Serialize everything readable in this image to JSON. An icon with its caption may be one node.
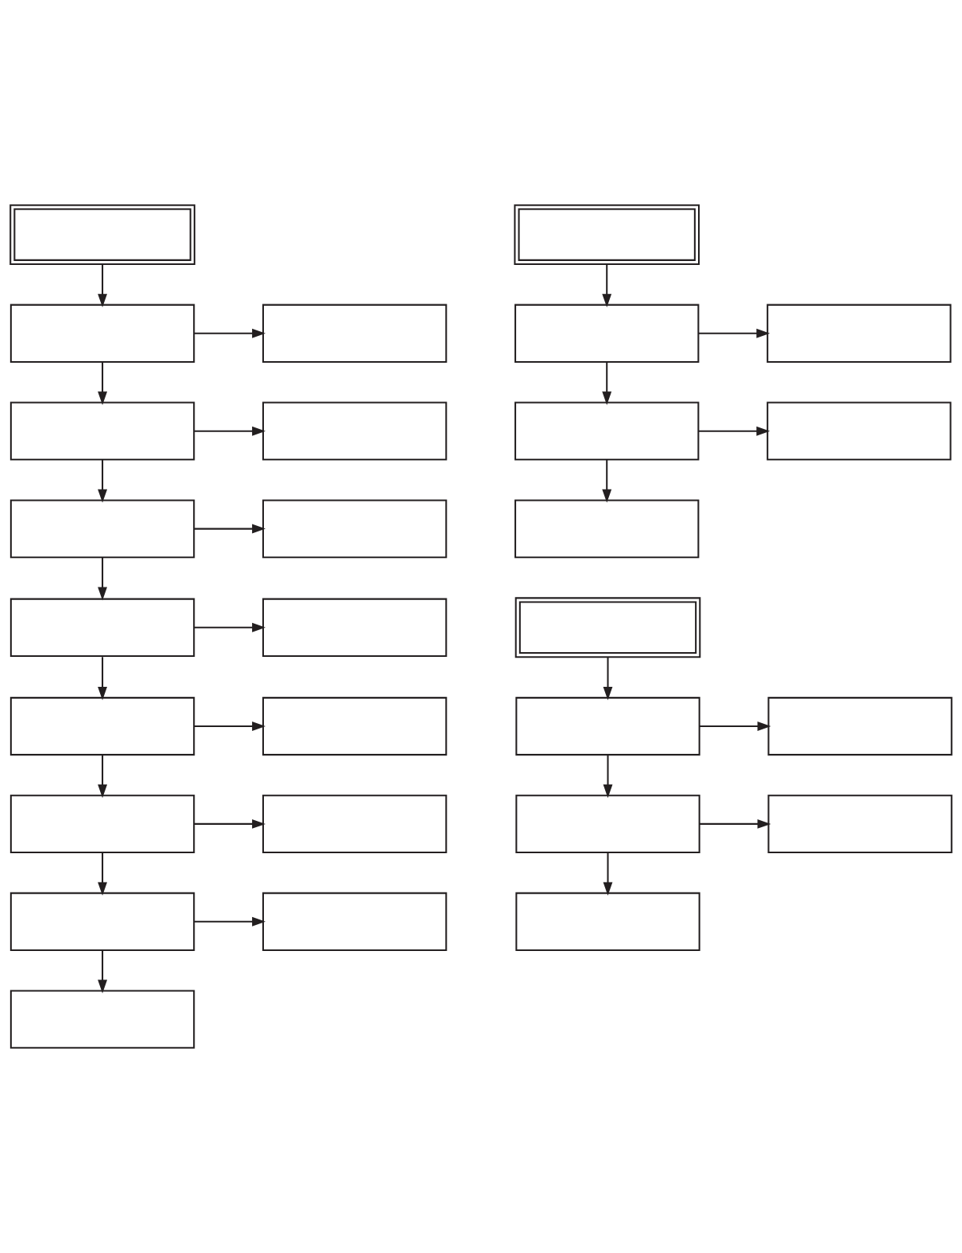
{
  "diagram": {
    "nodes": [
      {
        "text": [],
        "shape": "box"
      },
      {
        "text": [],
        "shape": "box"
      },
      {
        "text": [],
        "shape": "box"
      },
      {
        "text": [],
        "shape": "box"
      },
      {
        "text": [],
        "shape": "box"
      },
      {
        "text": [],
        "shape": "box"
      },
      {
        "text": [],
        "shape": "box"
      },
      {
        "text": [],
        "shape": "box"
      },
      {
        "text": [],
        "shape": "box"
      },
      {
        "text": [],
        "shape": "box"
      },
      {
        "text": [],
        "shape": "box"
      },
      {
        "text": [],
        "shape": "box"
      },
      {
        "text": [],
        "shape": "box"
      },
      {
        "text": [],
        "shape": "box"
      },
      {
        "text": [],
        "shape": "box"
      },
      {
        "text": [],
        "shape": "box"
      },
      {
        "text": [],
        "shape": "box"
      },
      {
        "text": [],
        "shape": "box"
      },
      {
        "text": [],
        "shape": "box"
      },
      {
        "text": [],
        "shape": "box"
      },
      {
        "text": [],
        "shape": "box"
      },
      {
        "text": [],
        "shape": "box"
      },
      {
        "text": [],
        "shape": "box"
      },
      {
        "text": [],
        "shape": "box"
      },
      {
        "text": [],
        "shape": "box"
      },
      {
        "text": [],
        "shape": "box"
      },
      {
        "text": [],
        "shape": "box"
      },
      {
        "text": [],
        "shape": "box"
      }
    ],
    "edges": [
      {
        "from": 0,
        "to": 1,
        "arrow": "to"
      },
      {
        "from": 1,
        "to": 2,
        "arrow": "to"
      },
      {
        "from": 1,
        "to": 3,
        "arrow": "to"
      },
      {
        "from": 3,
        "to": 4,
        "arrow": "to"
      },
      {
        "from": 3,
        "to": 5,
        "arrow": "to"
      },
      {
        "from": 5,
        "to": 6,
        "arrow": "to"
      },
      {
        "from": 5,
        "to": 7,
        "arrow": "to"
      },
      {
        "from": 7,
        "to": 8,
        "arrow": "to"
      },
      {
        "from": 7,
        "to": 9,
        "arrow": "to"
      },
      {
        "from": 9,
        "to": 10,
        "arrow": "to"
      },
      {
        "from": 9,
        "to": 11,
        "arrow": "to"
      },
      {
        "from": 11,
        "to": 12,
        "arrow": "to"
      },
      {
        "from": 11,
        "to": 13,
        "arrow": "to"
      },
      {
        "from": 13,
        "to": 14,
        "arrow": "to"
      },
      {
        "from": 13,
        "to": 15,
        "arrow": "to"
      },
      {
        "from": 16,
        "to": 17,
        "arrow": "to"
      },
      {
        "from": 17,
        "to": 18,
        "arrow": "to"
      },
      {
        "from": 17,
        "to": 19,
        "arrow": "to"
      },
      {
        "from": 19,
        "to": 20,
        "arrow": "to"
      },
      {
        "from": 19,
        "to": 21,
        "arrow": "to"
      },
      {
        "from": 22,
        "to": 23,
        "arrow": "to"
      },
      {
        "from": 23,
        "to": 24,
        "arrow": "to"
      },
      {
        "from": 23,
        "to": 25,
        "arrow": "to"
      },
      {
        "from": 25,
        "to": 26,
        "arrow": "to"
      },
      {
        "from": 25,
        "to": 27,
        "arrow": "to"
      }
    ]
  }
}
